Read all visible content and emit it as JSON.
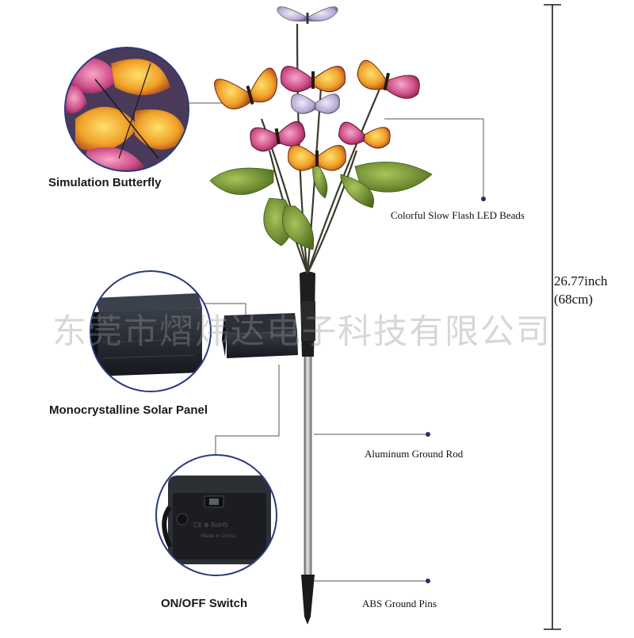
{
  "callouts": {
    "simulation_butterfly": "Simulation Butterfly",
    "led_beads": "Colorful Slow Flash LED Beads",
    "solar_panel": "Monocrystalline Solar Panel",
    "ground_rod": "Aluminum Ground Rod",
    "on_off_switch": "ON/OFF Switch",
    "ground_pins": "ABS Ground Pins"
  },
  "dimension": {
    "inch": "26.77inch",
    "cm": "(68cm)"
  },
  "watermark": "东莞市熠炜达电子科技有限公司",
  "colors": {
    "accent_dot": "#2a2a7a",
    "leader_line": "#555555",
    "stem": "#1e1e1e",
    "rod": "#9a9a9a",
    "leaf": "#6d8f2e",
    "butterfly_orange": "#f0a02a",
    "butterfly_pink": "#d0508a",
    "butterfly_red": "#b23a1e"
  }
}
